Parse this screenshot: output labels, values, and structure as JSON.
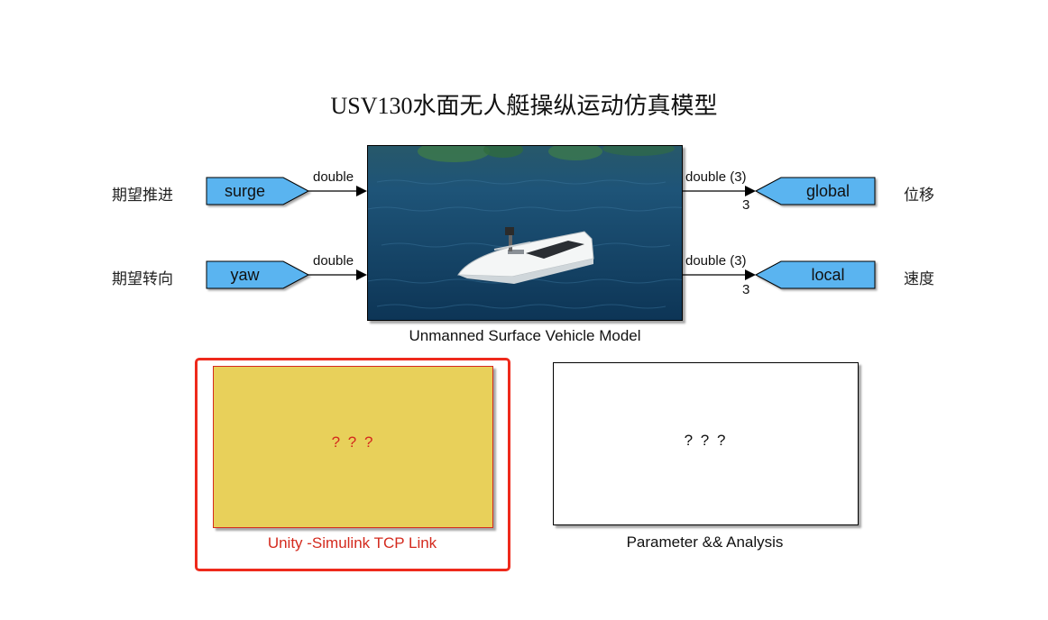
{
  "title": "USV130水面无人艇操纵运动仿真模型",
  "inputs": [
    {
      "label": "期望推进",
      "port": "surge",
      "signal_type": "double"
    },
    {
      "label": "期望转向",
      "port": "yaw",
      "signal_type": "double"
    }
  ],
  "outputs": [
    {
      "label": "位移",
      "port": "global",
      "signal_type": "double (3)",
      "width": "3"
    },
    {
      "label": "速度",
      "port": "local",
      "signal_type": "double (3)",
      "width": "3"
    }
  ],
  "model_block": {
    "caption": "Unmanned Surface Vehicle Model"
  },
  "unity_block": {
    "content": "? ? ?",
    "caption": "Unity -Simulink TCP Link"
  },
  "param_block": {
    "content": "? ? ?",
    "caption": "Parameter && Analysis"
  },
  "colors": {
    "port_fill": "#5ab4f0",
    "unity_fill": "#e8d05a",
    "unity_text": "#d42a1e",
    "highlight_border": "#ee2a1c"
  },
  "icons": [
    "goto-tag-icon",
    "from-tag-icon",
    "arrow-head-icon",
    "boat-icon"
  ]
}
